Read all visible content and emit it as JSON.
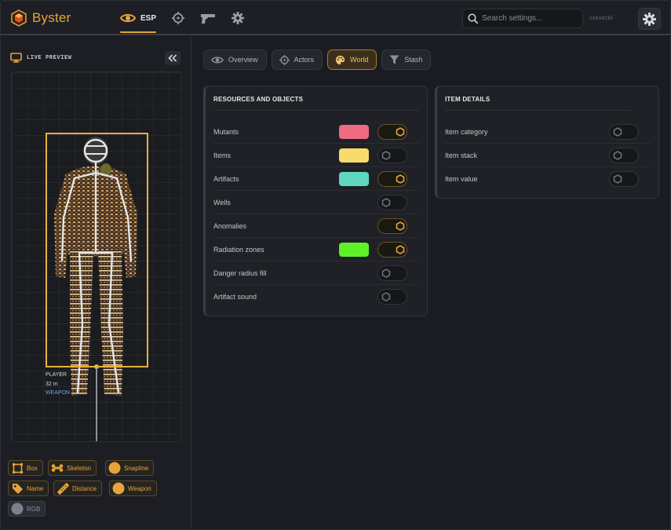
{
  "app": {
    "title": "Byster",
    "build_id": "20A38CBF",
    "accent": "#e8a33a"
  },
  "nav": {
    "tabs": [
      {
        "label": "ESP",
        "icon": "eye-icon",
        "active": true
      },
      {
        "label": "",
        "icon": "crosshair-icon",
        "active": false
      },
      {
        "label": "",
        "icon": "pistol-icon",
        "active": false
      },
      {
        "label": "",
        "icon": "gear-icon",
        "active": false
      }
    ]
  },
  "search": {
    "placeholder": "Search settings...",
    "value": ""
  },
  "preview": {
    "title": "LIVE PREVIEW",
    "player_label": "PLAYER",
    "distance": "32 m",
    "weapon_label": "WEAPON"
  },
  "chips": [
    {
      "label": "Box",
      "icon": "box-icon",
      "on": true
    },
    {
      "label": "Skeleton",
      "icon": "bone-icon",
      "on": true
    },
    {
      "label": "Snapline",
      "icon": "circle-icon",
      "on": true
    },
    {
      "label": "Name",
      "icon": "tag-icon",
      "on": true
    },
    {
      "label": "Distance",
      "icon": "ruler-icon",
      "on": true
    },
    {
      "label": "Weapon",
      "icon": "circle-icon",
      "on": true
    },
    {
      "label": "RGB",
      "icon": "circle-icon",
      "on": false
    }
  ],
  "subtabs": [
    {
      "label": "Overview",
      "icon": "eye-icon",
      "active": false
    },
    {
      "label": "Actors",
      "icon": "crosshair-icon",
      "active": false
    },
    {
      "label": "World",
      "icon": "palette-icon",
      "active": true
    },
    {
      "label": "Stash",
      "icon": "filter-icon",
      "active": false
    }
  ],
  "resources": {
    "title": "RESOURCES AND OBJECTS",
    "rows": [
      {
        "label": "Mutants",
        "color": "#ee6b82",
        "on": true
      },
      {
        "label": "Items",
        "color": "#f8dc6a",
        "on": false
      },
      {
        "label": "Artifacts",
        "color": "#5ed9c0",
        "on": true
      },
      {
        "label": "Wells",
        "color": null,
        "on": false
      },
      {
        "label": "Anomalies",
        "color": null,
        "on": true
      },
      {
        "label": "Radiation zones",
        "color": "#5ef22a",
        "on": true
      },
      {
        "label": "Danger radius fill",
        "color": null,
        "on": false
      },
      {
        "label": "Artifact sound",
        "color": null,
        "on": false
      }
    ]
  },
  "item_details": {
    "title": "ITEM DETAILS",
    "rows": [
      {
        "label": "Item category",
        "on": false
      },
      {
        "label": "Item stack",
        "on": false
      },
      {
        "label": "Item value",
        "on": false
      }
    ]
  }
}
